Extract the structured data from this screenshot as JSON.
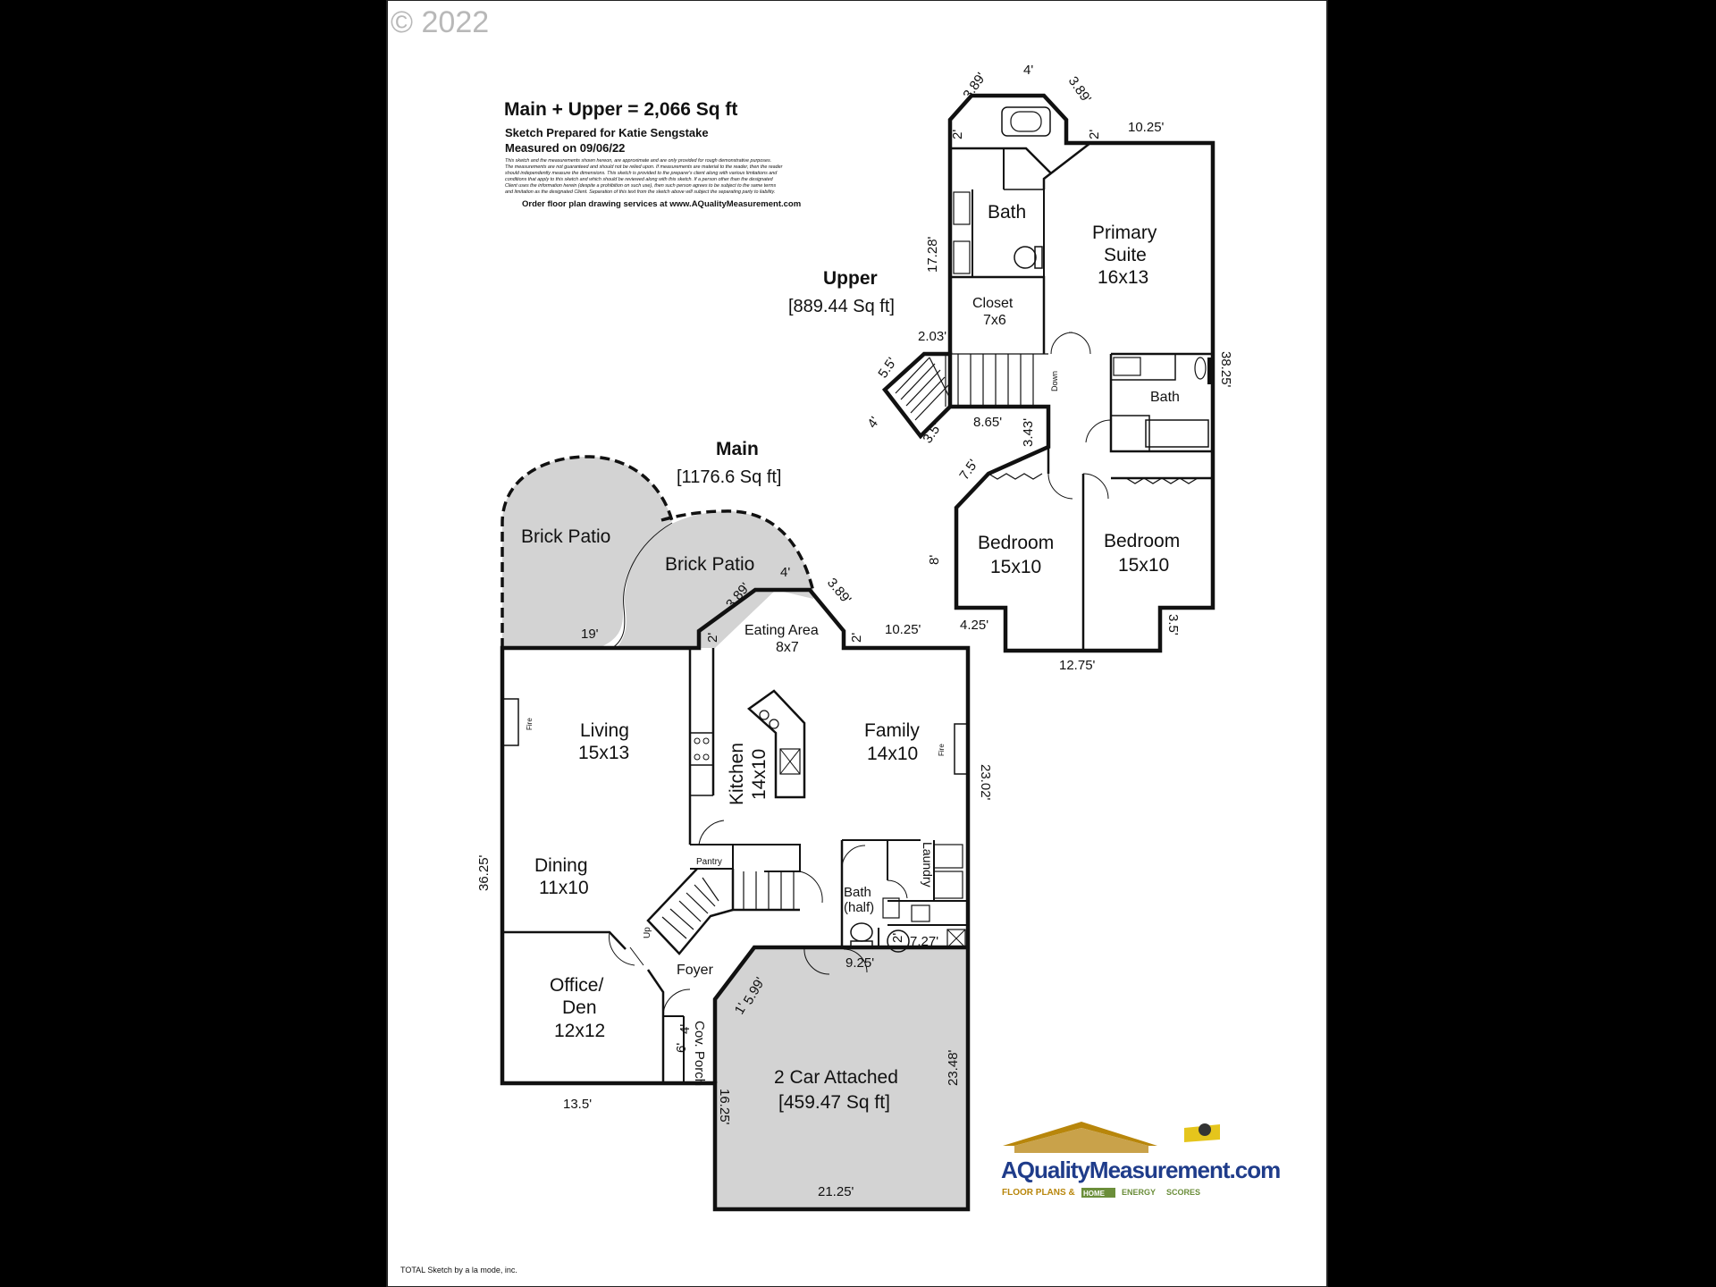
{
  "copyright": "© 2022",
  "header": {
    "total": "Main + Upper = 2,066 Sq ft",
    "prepared": "Sketch Prepared for Katie Sengstake",
    "measured": "Measured on 09/06/22",
    "disclaimer": [
      "This sketch and the measurements shown hereon, are approximate and are only provided for rough demonstrative purposes.",
      "The measurements are not guaranteed and should not be relied upon. If measurements are material to the reader, then the reader",
      "should independently measure the dimensions. This sketch is provided to the preparer's client along with various limitations and",
      "conditions that apply to this sketch and which should be reviewed along with this sketch. If a person other than the designated",
      "Client uses the information herein (despite a prohibition on such use), then such person agrees to be subject to the same terms",
      "and limitation as the designated Client. Separation of this text from the sketch above will subject the separating party to liability."
    ],
    "order": "Order floor plan drawing services at www.AQualityMeasurement.com"
  },
  "upper": {
    "title": "Upper",
    "area": "[889.44 Sq ft]",
    "rooms": {
      "bath1": "Bath",
      "primary1": "Primary",
      "primary2": "Suite",
      "primary3": "16x13",
      "closet1": "Closet",
      "closet2": "7x6",
      "bath2": "Bath",
      "down": "Down",
      "bed1a": "Bedroom",
      "bed1b": "15x10",
      "bed2a": "Bedroom",
      "bed2b": "15x10"
    },
    "dims": {
      "d4top": "4'",
      "d389a": "3.89'",
      "d389b": "3.89'",
      "d2a": "2'",
      "d2b": "2'",
      "d1025": "10.25'",
      "d1728": "17.28'",
      "d203": "2.03'",
      "d55": "5.5'",
      "d4b": "4'",
      "d35a": "3.5'",
      "d865": "8.65'",
      "d343": "3.43'",
      "d75": "7.5'",
      "d3825": "38.25'",
      "d8": "8'",
      "d425": "4.25'",
      "d1275": "12.75'",
      "d35b": "3.5'"
    }
  },
  "main": {
    "title": "Main",
    "area": "[1176.6 Sq ft]",
    "rooms": {
      "patio1": "Brick Patio",
      "patio2": "Brick Patio",
      "eating1": "Eating Area",
      "eating2": "8x7",
      "living1": "Living",
      "living2": "15x13",
      "kitchen1": "Kitchen",
      "kitchen2": "14x10",
      "family1": "Family",
      "family2": "14x10",
      "fire1": "Fire",
      "fire2": "Fire",
      "dining1": "Dining",
      "dining2": "11x10",
      "pantry": "Pantry",
      "laundry": "Laundry",
      "bath1": "Bath",
      "bath2": "(half)",
      "up": "Up",
      "foyer": "Foyer",
      "office1": "Office/",
      "office2": "Den",
      "office3": "12x12",
      "porch": "Cov. Porch",
      "garage1": "2 Car Attached",
      "garage2": "[459.47 Sq ft]"
    },
    "dims": {
      "d19": "19'",
      "d2a": "2'",
      "d389a": "3.89'",
      "d4": "4'",
      "d389b": "3.89'",
      "d2b": "2'",
      "d1025": "10.25'",
      "d2302": "23.02'",
      "d3625": "36.25'",
      "d925": "9.25'",
      "d2c": "2'",
      "d727": "7.27'",
      "d599": "5.99'",
      "d1": "1'",
      "d4b": "4'",
      "d6": "6'",
      "d2348": "23.48'",
      "d1625": "16.25'",
      "d135": "13.5'",
      "d2125": "21.25'"
    }
  },
  "logo": {
    "name": "AQualityMeasurement.com",
    "tag1": "FLOOR PLANS &",
    "tag2": "HOME",
    "tag3": "ENERGY",
    "tag4": "SCORES"
  },
  "footer": "TOTAL Sketch by a la mode, inc."
}
